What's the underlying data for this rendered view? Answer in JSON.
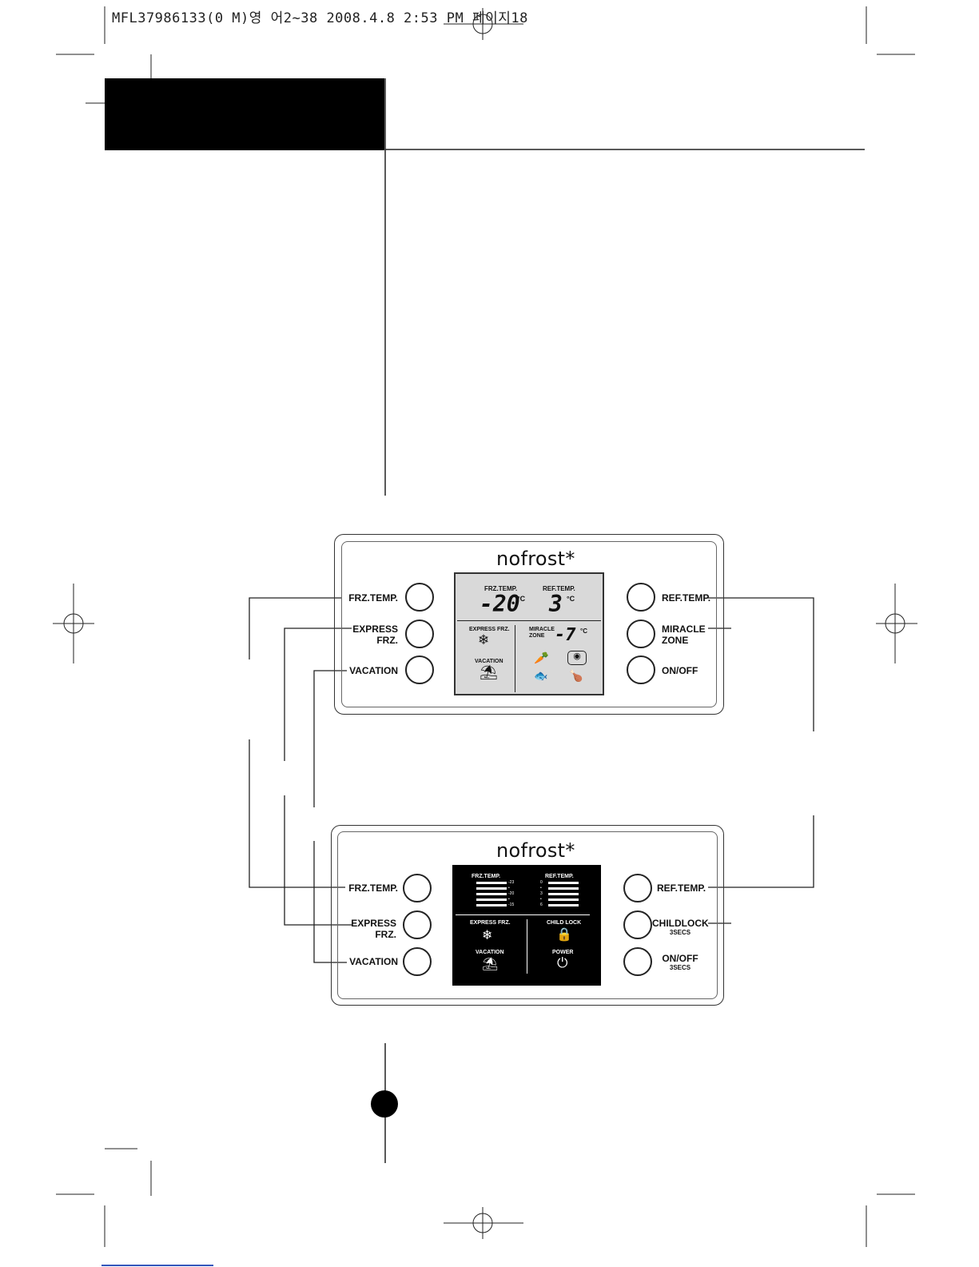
{
  "header": {
    "slug": "MFL37986133(0 M)영 어2~38  2008.4.8 2:53 PM 페이지18"
  },
  "panel1": {
    "brand_light": "nofrost",
    "brand_bold": "",
    "brand_star": "*",
    "left_buttons": [
      {
        "label": "FRZ.TEMP."
      },
      {
        "label": "EXPRESS",
        "label2": "FRZ."
      },
      {
        "label": "VACATION"
      }
    ],
    "right_buttons": [
      {
        "label": "REF.TEMP."
      },
      {
        "label": "MIRACLE",
        "label2": "ZONE"
      },
      {
        "label": "ON/OFF"
      }
    ],
    "display": {
      "frz_label": "FRZ.TEMP.",
      "frz_value": "-20",
      "ref_label": "REF.TEMP.",
      "ref_value": "3",
      "unit": "°C",
      "express_label": "EXPRESS FRZ.",
      "vacation_label": "VACATION",
      "miracle_label1": "MIRACLE",
      "miracle_label2": "ZONE",
      "miracle_value": "-7",
      "icons": [
        "snowflake-icon",
        "umbrella-icon",
        "carrot-icon",
        "meat-icon",
        "fish-icon",
        "chicken-icon"
      ]
    }
  },
  "panel2": {
    "brand_light": "nofrost",
    "brand_star": "*",
    "left_buttons": [
      {
        "label": "FRZ.TEMP."
      },
      {
        "label": "EXPRESS",
        "label2": "FRZ."
      },
      {
        "label": "VACATION"
      }
    ],
    "right_buttons": [
      {
        "label": "REF.TEMP."
      },
      {
        "label": "CHILDLOCK",
        "sub": "3SECS"
      },
      {
        "label": "ON/OFF",
        "sub": "3SECS"
      }
    ],
    "display": {
      "frz_label": "FRZ.TEMP.",
      "ref_label": "REF.TEMP.",
      "frz_scale": [
        "-23",
        "•",
        "-20",
        "•",
        "-15"
      ],
      "ref_scale": [
        "0",
        "•",
        "3",
        "•",
        "6"
      ],
      "express_label": "EXPRESS FRZ.",
      "vacation_label": "VACATION",
      "childlock_label": "CHILD LOCK",
      "power_label": "POWER"
    }
  }
}
